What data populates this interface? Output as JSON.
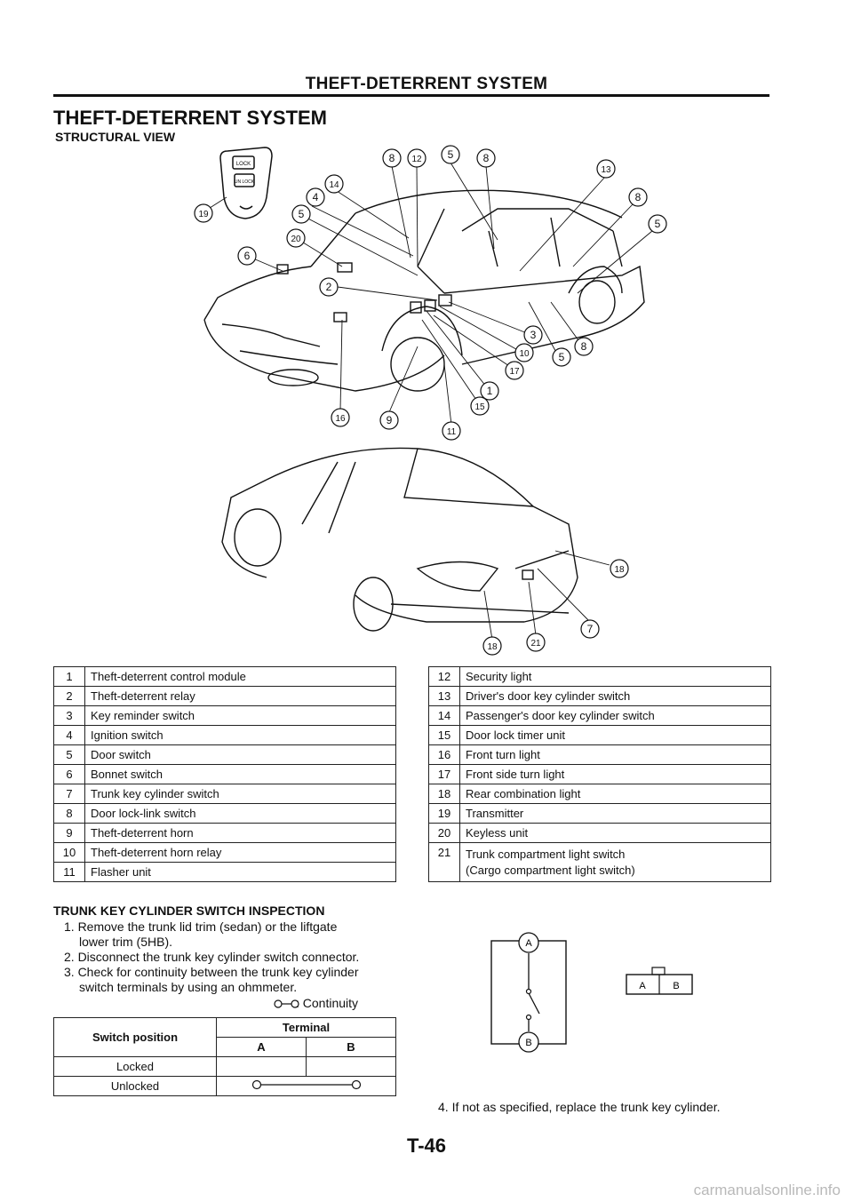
{
  "header": {
    "title": "THEFT-DETERRENT SYSTEM"
  },
  "section": {
    "title": "THEFT-DETERRENT SYSTEM",
    "subtitle": "STRUCTURAL VIEW"
  },
  "callouts": [
    "1",
    "2",
    "3",
    "4",
    "5",
    "6",
    "7",
    "8",
    "9",
    "10",
    "11",
    "12",
    "13",
    "14",
    "15",
    "16",
    "17",
    "18",
    "19",
    "20",
    "21"
  ],
  "transmitter_buttons": [
    "LOCK",
    "UN LOCK"
  ],
  "parts_left": [
    {
      "no": "1",
      "name": "Theft-deterrent control module"
    },
    {
      "no": "2",
      "name": "Theft-deterrent relay"
    },
    {
      "no": "3",
      "name": "Key reminder switch"
    },
    {
      "no": "4",
      "name": "Ignition switch"
    },
    {
      "no": "5",
      "name": "Door switch"
    },
    {
      "no": "6",
      "name": "Bonnet switch"
    },
    {
      "no": "7",
      "name": "Trunk key cylinder switch"
    },
    {
      "no": "8",
      "name": "Door lock-link switch"
    },
    {
      "no": "9",
      "name": "Theft-deterrent horn"
    },
    {
      "no": "10",
      "name": "Theft-deterrent horn relay"
    },
    {
      "no": "11",
      "name": "Flasher unit"
    }
  ],
  "parts_right": [
    {
      "no": "12",
      "name": "Security light"
    },
    {
      "no": "13",
      "name": "Driver's door key cylinder switch"
    },
    {
      "no": "14",
      "name": "Passenger's door key cylinder switch"
    },
    {
      "no": "15",
      "name": "Door lock timer unit"
    },
    {
      "no": "16",
      "name": "Front turn light"
    },
    {
      "no": "17",
      "name": "Front side turn light"
    },
    {
      "no": "18",
      "name": "Rear combination light"
    },
    {
      "no": "19",
      "name": "Transmitter"
    },
    {
      "no": "20",
      "name": "Keyless unit"
    },
    {
      "no": "21",
      "name": "Trunk compartment light switch",
      "name2": "(Cargo compartment light switch)"
    }
  ],
  "inspection": {
    "title": "TRUNK KEY CYLINDER SWITCH INSPECTION",
    "step1a": "1. Remove the trunk lid trim (sedan) or the liftgate",
    "step1b": "lower trim (5HB).",
    "step2": "2. Disconnect the trunk key cylinder switch connector.",
    "step3a": "3. Check for continuity between the trunk key cylinder",
    "step3b": "switch terminals by using an ohmmeter.",
    "continuity_legend": ": Continuity",
    "table": {
      "col_switch": "Switch position",
      "col_terminal": "Terminal",
      "term_a": "A",
      "term_b": "B",
      "rows": [
        "Locked",
        "Unlocked"
      ]
    },
    "diagram": {
      "terminal_a": "A",
      "terminal_b": "B"
    },
    "connector": {
      "a": "A",
      "b": "B"
    },
    "step4": "4. If not as specified, replace the trunk key cylinder."
  },
  "page_number": "T-46",
  "watermark": "carmanualsonline.info"
}
